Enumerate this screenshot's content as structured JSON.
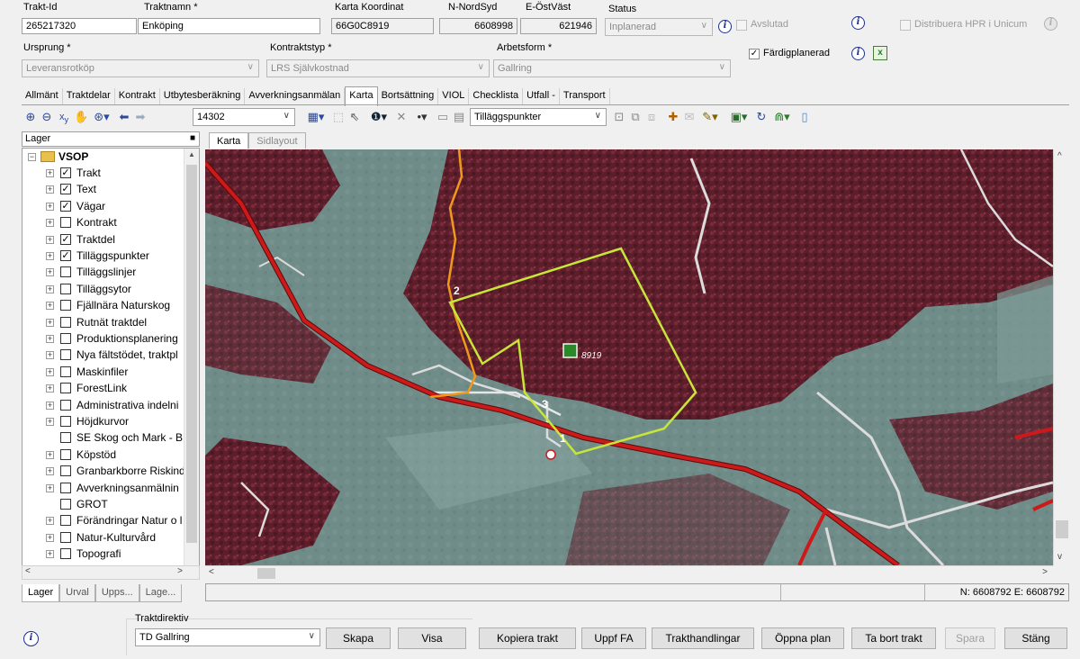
{
  "header": {
    "trakt_id": {
      "label": "Trakt-Id",
      "value": "265217320"
    },
    "traktnamn": {
      "label": "Traktnamn *",
      "value": "Enköping"
    },
    "karta_koordinat": {
      "label": "Karta Koordinat",
      "value": "66G0C8919"
    },
    "n_nordsyd": {
      "label": "N-NordSyd",
      "value": "6608998"
    },
    "e_ostvast": {
      "label": "E-ÖstVäst",
      "value": "621946"
    },
    "status": {
      "label": "Status",
      "value": "Inplanerad"
    },
    "avslutad": {
      "label": "Avslutad",
      "checked": false
    },
    "distribuera": {
      "label": "Distribuera HPR i Unicum",
      "checked": false
    },
    "ursprung": {
      "label": "Ursprung *",
      "value": "Leveransrotköp"
    },
    "kontraktstyp": {
      "label": "Kontraktstyp *",
      "value": "LRS Självkostnad"
    },
    "arbetsform": {
      "label": "Arbetsform *",
      "value": "Gallring"
    },
    "fardigplanerad": {
      "label": "Färdigplanerad",
      "checked": true
    }
  },
  "tabs": [
    "Allmänt",
    "Traktdelar",
    "Kontrakt",
    "Utbytesberäkning",
    "Avverkningsanmälan",
    "Karta",
    "Bortsättning",
    "VIOL",
    "Checklista",
    "Utfall -",
    "Transport"
  ],
  "active_tab": "Karta",
  "toolbar": {
    "scale_value": "14302",
    "layer_select": "Tilläggspunkter",
    "icons": [
      "zoom-in-icon",
      "zoom-out-icon",
      "xy-icon",
      "pan-icon",
      "zoom-extent-icon",
      "back-icon",
      "forward-icon",
      "layer-icon",
      "select-rect-icon",
      "pointer-icon",
      "identify-icon",
      "delete-icon",
      "point-icon",
      "measure-icon",
      "grid-icon",
      "edit-icon",
      "copy-icon",
      "paste-icon",
      "gps-icon",
      "mail-icon",
      "draw-icon",
      "export-icon",
      "refresh-icon",
      "route-icon",
      "document-icon"
    ]
  },
  "layers": {
    "header": "Lager",
    "pin": "4",
    "root": "VSOP",
    "items": [
      {
        "name": "Trakt",
        "checked": true,
        "expand": true
      },
      {
        "name": "Text",
        "checked": true,
        "expand": true
      },
      {
        "name": "Vägar",
        "checked": true,
        "expand": true
      },
      {
        "name": "Kontrakt",
        "checked": false,
        "expand": true
      },
      {
        "name": "Traktdel",
        "checked": true,
        "expand": true
      },
      {
        "name": "Tilläggspunkter",
        "checked": true,
        "expand": true
      },
      {
        "name": "Tilläggslinjer",
        "checked": false,
        "expand": true
      },
      {
        "name": "Tilläggsytor",
        "checked": false,
        "expand": true
      },
      {
        "name": "Fjällnära Naturskog",
        "checked": false,
        "expand": true
      },
      {
        "name": "Rutnät traktdel",
        "checked": false,
        "expand": true
      },
      {
        "name": "Produktionsplanering",
        "checked": false,
        "expand": true
      },
      {
        "name": "Nya fältstödet, traktpl",
        "checked": false,
        "expand": true
      },
      {
        "name": "Maskinfiler",
        "checked": false,
        "expand": true
      },
      {
        "name": "ForestLink",
        "checked": false,
        "expand": true
      },
      {
        "name": "Administrativa indelni",
        "checked": false,
        "expand": true
      },
      {
        "name": "Höjdkurvor",
        "checked": false,
        "expand": true
      },
      {
        "name": "SE Skog och Mark - BE",
        "checked": false,
        "expand": false
      },
      {
        "name": "Köpstöd",
        "checked": false,
        "expand": true
      },
      {
        "name": "Granbarkborre Riskind",
        "checked": false,
        "expand": true
      },
      {
        "name": "Avverkningsanmälnin",
        "checked": false,
        "expand": true
      },
      {
        "name": "GROT",
        "checked": false,
        "expand": false
      },
      {
        "name": "Förändringar Natur o l",
        "checked": false,
        "expand": true
      },
      {
        "name": "Natur-Kulturvård",
        "checked": false,
        "expand": true
      },
      {
        "name": "Topografi",
        "checked": false,
        "expand": true
      }
    ],
    "bottom_tabs": [
      "Lager",
      "Urval",
      "Upps...",
      "Lage..."
    ]
  },
  "map": {
    "tabs": [
      "Karta",
      "Sidlayout"
    ],
    "labels": {
      "p1": "1",
      "p2": "2",
      "p3": "3",
      "stand": "8919"
    },
    "status_coords": "N: 6608792 E: 6608792"
  },
  "footer": {
    "traktdirektiv_label": "Traktdirektiv",
    "traktdirektiv_value": "TD Gallring",
    "buttons": [
      "Skapa",
      "Visa",
      "Kopiera trakt",
      "Uppf FA",
      "Trakthandlingar",
      "Öppna plan",
      "Ta bort trakt",
      "Spara",
      "Stäng"
    ]
  },
  "colors": {
    "road_main": "#cc1a1a",
    "boundary_orange": "#f09a1c",
    "stand_outline": "#c8e63a",
    "forest": "#5a1f2a",
    "field": "#6f8a86"
  }
}
